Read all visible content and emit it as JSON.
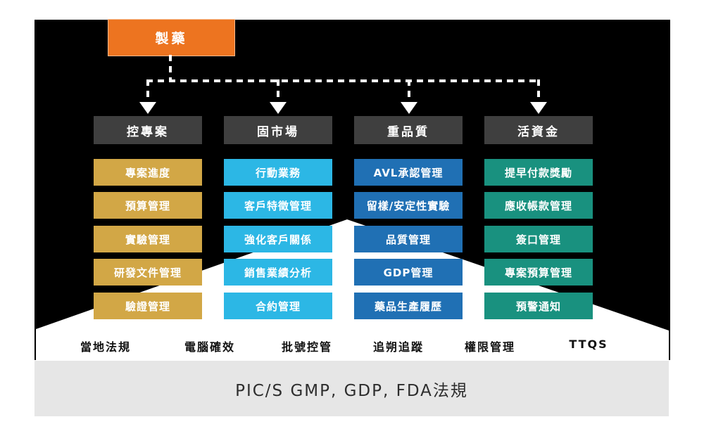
{
  "root": {
    "title": "製藥"
  },
  "columns": [
    {
      "header": "控專案",
      "color": "#D2A746",
      "items": [
        "專案進度",
        "預算管理",
        "實驗管理",
        "研發文件管理",
        "驗證管理"
      ]
    },
    {
      "header": "固市場",
      "color": "#2CB7E5",
      "items": [
        "行動業務",
        "客戶特徵管理",
        "強化客戶關係",
        "銷售業績分析",
        "合約管理"
      ]
    },
    {
      "header": "重品質",
      "color": "#2070B4",
      "items": [
        "AVL承認管理",
        "留樣/安定性實驗",
        "品質管理",
        "GDP管理",
        "藥品生產履歷"
      ]
    },
    {
      "header": "活資金",
      "color": "#19917F",
      "items": [
        "提早付款獎勵",
        "應收帳款管理",
        "簽口管理",
        "專案預算管理",
        "預警通知"
      ]
    }
  ],
  "foundation": {
    "labels": [
      "當地法規",
      "電腦確效",
      "批號控管",
      "追朔追蹤",
      "權限管理",
      "TTQS"
    ]
  },
  "footer": {
    "label": "PIC/S GMP, GDP, FDA法規",
    "bg": "#E6E6E6"
  },
  "colors": {
    "root_orange": "#ED7420",
    "header_gray": "#3F3F3F",
    "panel_black": "#000000",
    "mountain_white": "#FFFFFF",
    "col_project": "#D2A746",
    "col_market": "#2CB7E5",
    "col_quality": "#2070B4",
    "col_funds": "#19917F",
    "footer_gray": "#E6E6E6"
  }
}
